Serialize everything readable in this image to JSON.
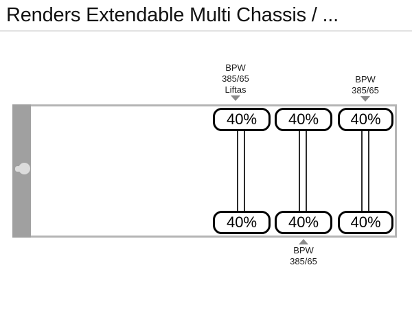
{
  "header": {
    "title": "Renders Extendable Multi Chassis / ..."
  },
  "diagram": {
    "type": "semi-trailer-chassis-top-view",
    "frame": {
      "border_color": "#b4b4b4",
      "fill_color": "#ffffff"
    },
    "front_block": {
      "name": "kingpin-plate",
      "color": "#a0a0a0",
      "kingpin_color": "#dcdcdc"
    },
    "axles": [
      {
        "id": "axle-1",
        "callout": {
          "position": "top",
          "arrow": "down",
          "lines": [
            "BPW",
            "385/65",
            "Liftas"
          ]
        },
        "top_tyre": {
          "label": "40%"
        },
        "bottom_tyre": {
          "label": "40%"
        }
      },
      {
        "id": "axle-2",
        "callout": {
          "position": "bottom",
          "arrow": "up",
          "lines": [
            "BPW",
            "385/65"
          ]
        },
        "top_tyre": {
          "label": "40%"
        },
        "bottom_tyre": {
          "label": "40%"
        }
      },
      {
        "id": "axle-3",
        "callout": {
          "position": "top",
          "arrow": "down",
          "lines": [
            "BPW",
            "385/65"
          ]
        },
        "top_tyre": {
          "label": "40%"
        },
        "bottom_tyre": {
          "label": "40%"
        }
      }
    ]
  }
}
